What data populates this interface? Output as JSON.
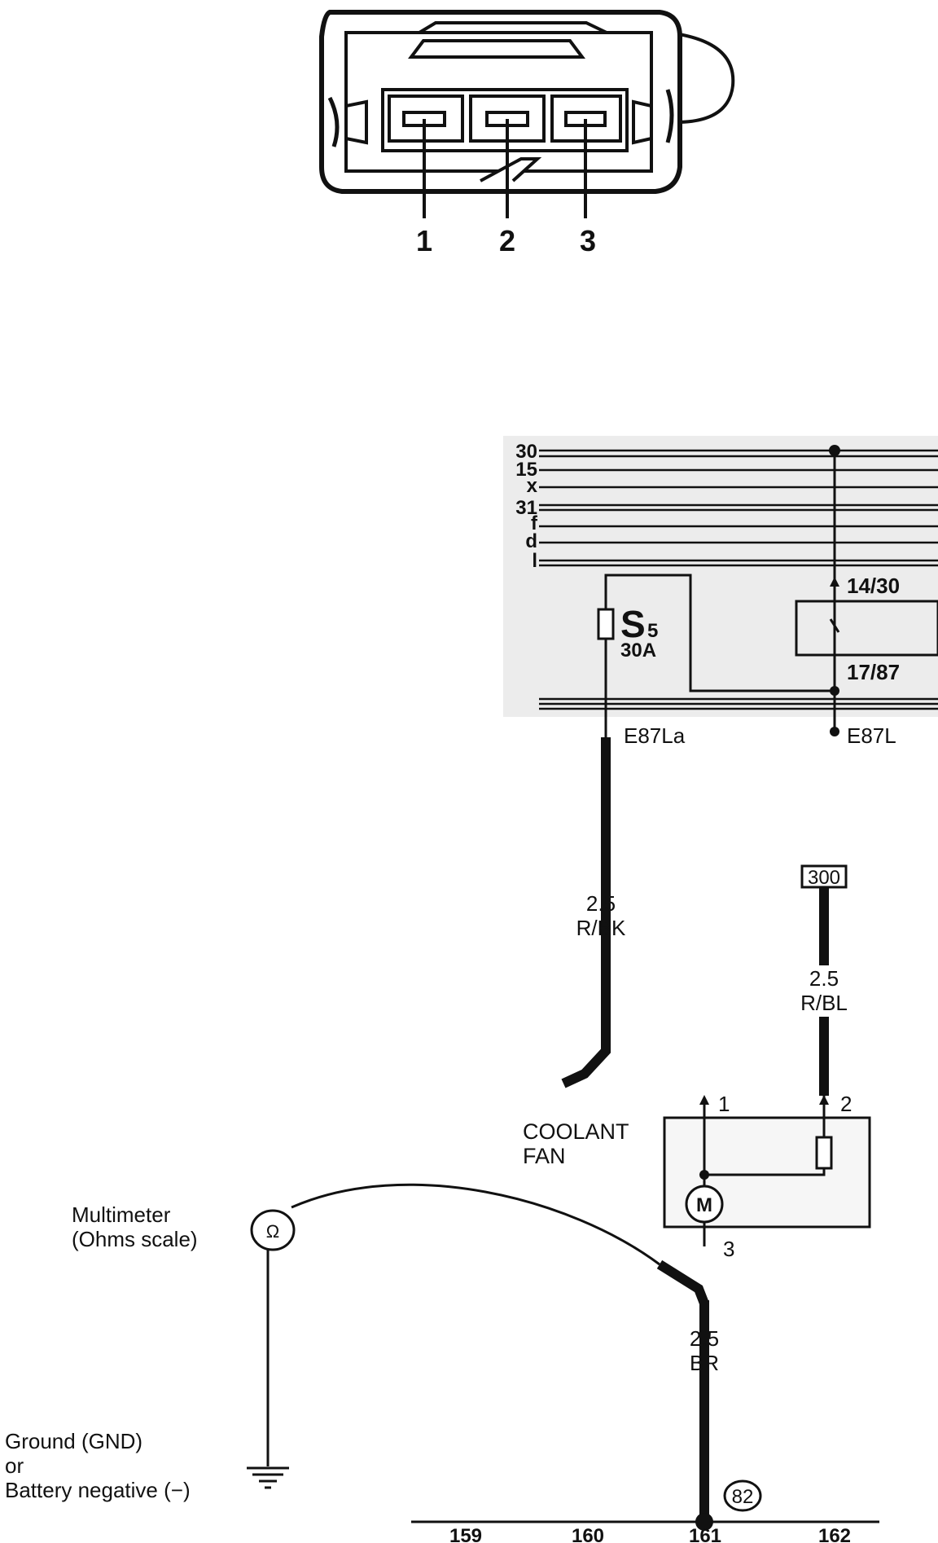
{
  "connector": {
    "pins": [
      "1",
      "2",
      "3"
    ]
  },
  "fuse_box": {
    "bus_labels": [
      "30",
      "15",
      "x",
      "31",
      "f",
      "d",
      "l"
    ],
    "fuse_name": "S",
    "fuse_sub": "5",
    "fuse_rating": "30A",
    "relay_pin_top": "14/30",
    "relay_pin_bottom": "17/87",
    "connector_left": "E87La",
    "connector_right": "E87L"
  },
  "wires": {
    "left_gauge": "2.5",
    "left_color": "R/BK",
    "right_ref": "300",
    "right_gauge": "2.5",
    "right_color": "R/BL",
    "ground_gauge": "2.5",
    "ground_color": "BR"
  },
  "coolant_fan": {
    "label_line1": "COOLANT",
    "label_line2": "FAN",
    "pin1": "1",
    "pin2": "2",
    "pin3": "3",
    "motor_symbol": "M"
  },
  "multimeter": {
    "label_line1": "Multimeter",
    "label_line2": "(Ohms scale)",
    "symbol": "Ω"
  },
  "ground": {
    "label_line1": "Ground (GND)",
    "label_line2": "or",
    "label_line3": "Battery negative (−)",
    "ground_point": "82"
  },
  "grid_refs": [
    "159",
    "160",
    "161",
    "162"
  ]
}
